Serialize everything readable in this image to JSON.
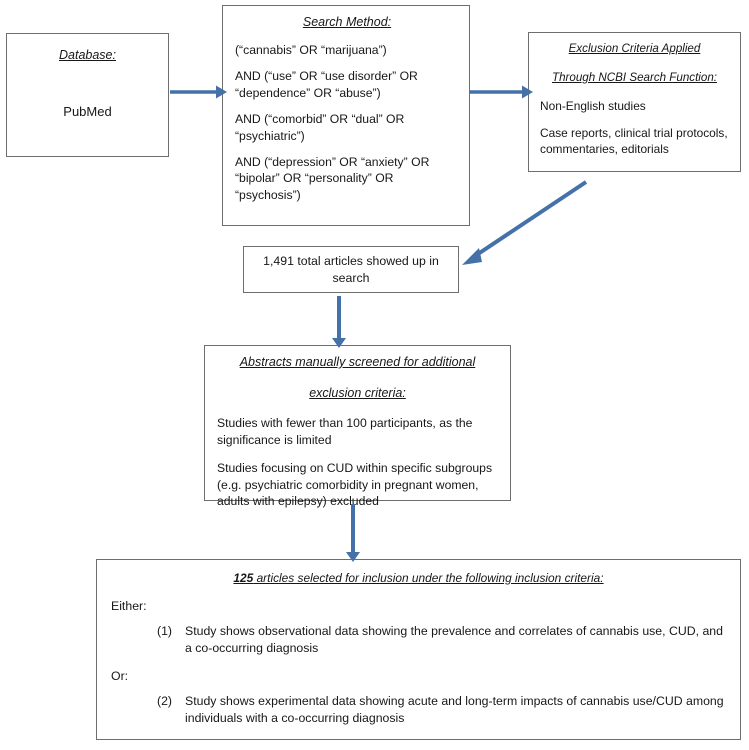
{
  "diagram": {
    "title": "Literature search and selection flowchart",
    "arrow_color": "#4472A8",
    "box_border_color": "#6E6E6E"
  },
  "database_box": {
    "header": "Database:",
    "name": "PubMed"
  },
  "search_box": {
    "header": "Search Method:",
    "lines": [
      "(“cannabis” OR “marijuana”)",
      "AND (“use” OR “use disorder” OR “dependence” OR “abuse”)",
      "AND (“comorbid” OR “dual” OR “psychiatric”)",
      "AND (“depression” OR “anxiety” OR “bipolar” OR “personality” OR “psychosis”)"
    ]
  },
  "exclusion_box": {
    "header_line1": "Exclusion Criteria Applied",
    "header_line2": "Through NCBI Search Function:",
    "items": [
      "Non-English studies",
      "Case reports, clinical trial protocols, commentaries, editorials"
    ]
  },
  "total_box": {
    "text": "1,491 total articles showed up in search",
    "count": "1,491"
  },
  "abstracts_box": {
    "header_line1": "Abstracts manually screened for additional",
    "header_line2": "exclusion criteria:",
    "items": [
      "Studies with fewer than 100 participants, as the significance is limited",
      "Studies focusing on CUD within specific subgroups (e.g. psychiatric comorbidity in pregnant women, adults with epilepsy) excluded"
    ]
  },
  "final_box": {
    "header_count": "125",
    "header_rest": " articles selected for inclusion under the following inclusion criteria:",
    "either_label": "Either:",
    "or_label": "Or:",
    "criteria": [
      {
        "num": "(1)",
        "text": "Study shows observational data showing the prevalence and correlates of cannabis use, CUD, and a co-occurring diagnosis"
      },
      {
        "num": "(2)",
        "text": "Study shows experimental data showing acute and long-term impacts of cannabis use/CUD among individuals with a co-occurring diagnosis"
      }
    ]
  }
}
